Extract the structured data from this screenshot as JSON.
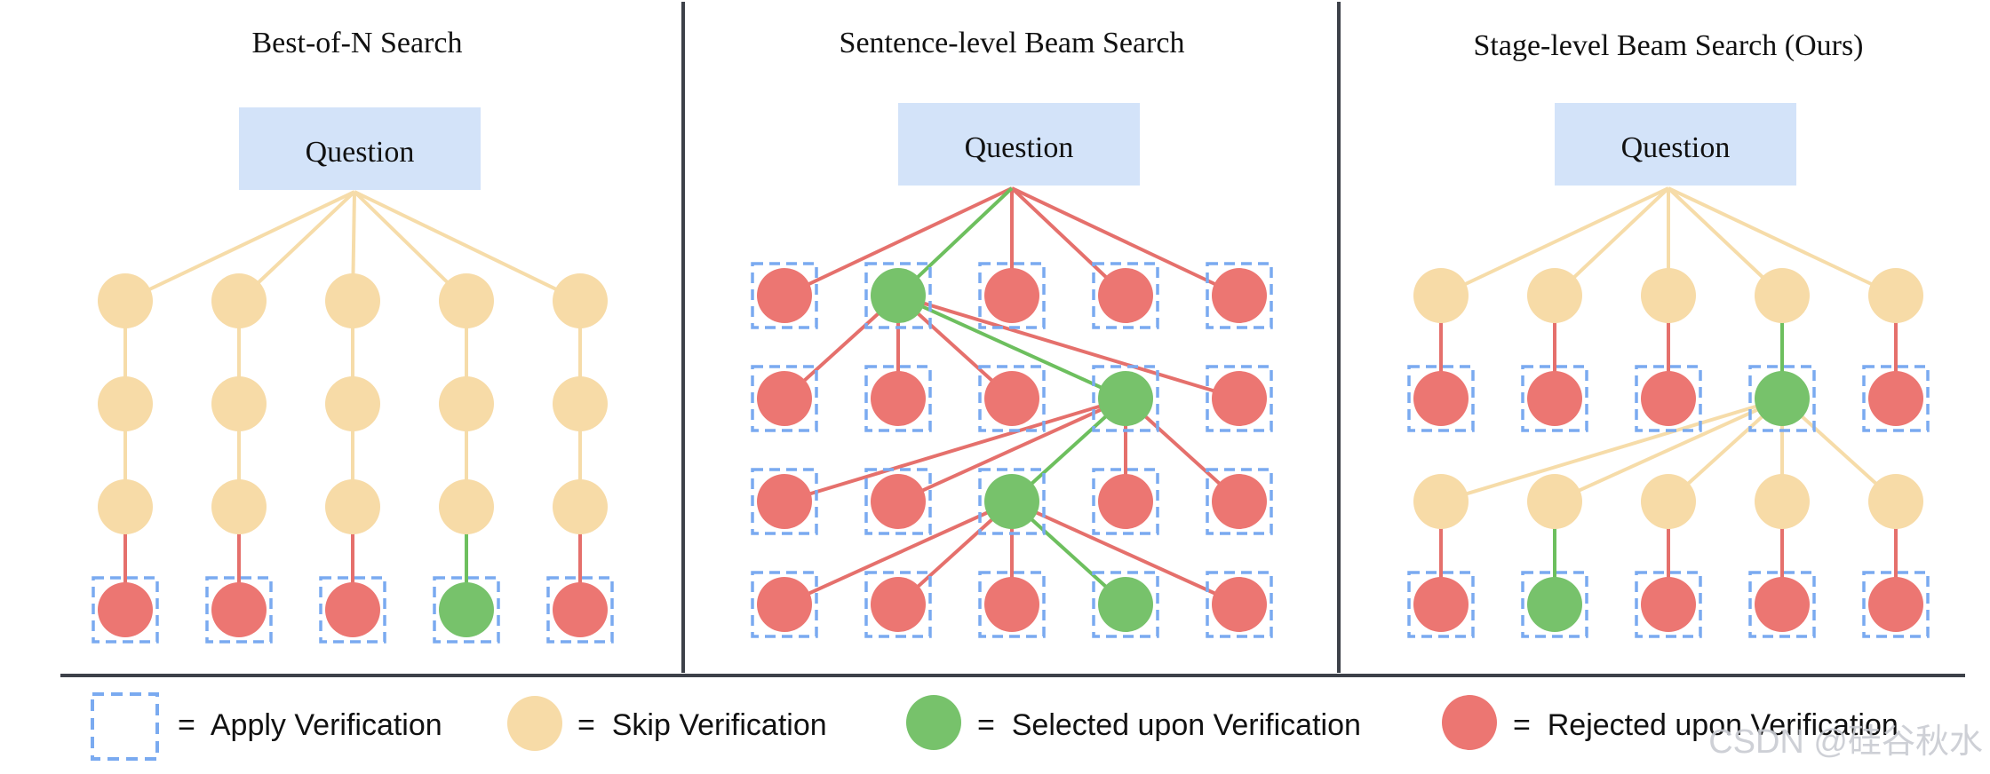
{
  "colors": {
    "skip": "#f7dba7",
    "selected": "#77c26b",
    "rejected": "#ec7672",
    "verify_box": "#7aaaf0",
    "question_box": "#d3e3f9",
    "edge_skip": "#f6dca9",
    "edge_selected": "#6dbf5e",
    "edge_rejected": "#e5706c",
    "divider": "#3d4149",
    "watermark": "#c9ccd2"
  },
  "panels": [
    {
      "title": "Best-of-N Search",
      "question_label": "Question",
      "rows": [
        [
          "skip",
          "skip",
          "skip",
          "skip",
          "skip"
        ],
        [
          "skip",
          "skip",
          "skip",
          "skip",
          "skip"
        ],
        [
          "skip",
          "skip",
          "skip",
          "skip",
          "skip"
        ],
        [
          "rejected",
          "rejected",
          "rejected",
          "selected",
          "rejected"
        ]
      ],
      "verified_rows": [
        3
      ],
      "edges": [
        {
          "from": "question",
          "to": [
            0,
            0
          ],
          "kind": "skip"
        },
        {
          "from": "question",
          "to": [
            0,
            1
          ],
          "kind": "skip"
        },
        {
          "from": "question",
          "to": [
            0,
            2
          ],
          "kind": "skip"
        },
        {
          "from": "question",
          "to": [
            0,
            3
          ],
          "kind": "skip"
        },
        {
          "from": "question",
          "to": [
            0,
            4
          ],
          "kind": "skip"
        },
        {
          "from": [
            0,
            0
          ],
          "to": [
            1,
            0
          ],
          "kind": "skip"
        },
        {
          "from": [
            0,
            1
          ],
          "to": [
            1,
            1
          ],
          "kind": "skip"
        },
        {
          "from": [
            0,
            2
          ],
          "to": [
            1,
            2
          ],
          "kind": "skip"
        },
        {
          "from": [
            0,
            3
          ],
          "to": [
            1,
            3
          ],
          "kind": "skip"
        },
        {
          "from": [
            0,
            4
          ],
          "to": [
            1,
            4
          ],
          "kind": "skip"
        },
        {
          "from": [
            1,
            0
          ],
          "to": [
            2,
            0
          ],
          "kind": "skip"
        },
        {
          "from": [
            1,
            1
          ],
          "to": [
            2,
            1
          ],
          "kind": "skip"
        },
        {
          "from": [
            1,
            2
          ],
          "to": [
            2,
            2
          ],
          "kind": "skip"
        },
        {
          "from": [
            1,
            3
          ],
          "to": [
            2,
            3
          ],
          "kind": "skip"
        },
        {
          "from": [
            1,
            4
          ],
          "to": [
            2,
            4
          ],
          "kind": "skip"
        },
        {
          "from": [
            2,
            0
          ],
          "to": [
            3,
            0
          ],
          "kind": "rejected"
        },
        {
          "from": [
            2,
            1
          ],
          "to": [
            3,
            1
          ],
          "kind": "rejected"
        },
        {
          "from": [
            2,
            2
          ],
          "to": [
            3,
            2
          ],
          "kind": "rejected"
        },
        {
          "from": [
            2,
            3
          ],
          "to": [
            3,
            3
          ],
          "kind": "selected"
        },
        {
          "from": [
            2,
            4
          ],
          "to": [
            3,
            4
          ],
          "kind": "rejected"
        }
      ]
    },
    {
      "title": "Sentence-level Beam Search",
      "question_label": "Question",
      "rows": [
        [
          "rejected",
          "selected",
          "rejected",
          "rejected",
          "rejected"
        ],
        [
          "rejected",
          "rejected",
          "rejected",
          "selected",
          "rejected"
        ],
        [
          "rejected",
          "rejected",
          "selected",
          "rejected",
          "rejected"
        ],
        [
          "rejected",
          "rejected",
          "rejected",
          "selected",
          "rejected"
        ]
      ],
      "verified_rows": [
        0,
        1,
        2,
        3
      ],
      "edges": [
        {
          "from": "question",
          "to": [
            0,
            0
          ],
          "kind": "rejected"
        },
        {
          "from": "question",
          "to": [
            0,
            1
          ],
          "kind": "selected"
        },
        {
          "from": "question",
          "to": [
            0,
            2
          ],
          "kind": "rejected"
        },
        {
          "from": "question",
          "to": [
            0,
            3
          ],
          "kind": "rejected"
        },
        {
          "from": "question",
          "to": [
            0,
            4
          ],
          "kind": "rejected"
        },
        {
          "from": [
            0,
            1
          ],
          "to": [
            1,
            0
          ],
          "kind": "rejected"
        },
        {
          "from": [
            0,
            1
          ],
          "to": [
            1,
            1
          ],
          "kind": "rejected"
        },
        {
          "from": [
            0,
            1
          ],
          "to": [
            1,
            2
          ],
          "kind": "rejected"
        },
        {
          "from": [
            0,
            1
          ],
          "to": [
            1,
            3
          ],
          "kind": "selected"
        },
        {
          "from": [
            0,
            1
          ],
          "to": [
            1,
            4
          ],
          "kind": "rejected"
        },
        {
          "from": [
            1,
            3
          ],
          "to": [
            2,
            0
          ],
          "kind": "rejected"
        },
        {
          "from": [
            1,
            3
          ],
          "to": [
            2,
            1
          ],
          "kind": "rejected"
        },
        {
          "from": [
            1,
            3
          ],
          "to": [
            2,
            2
          ],
          "kind": "selected"
        },
        {
          "from": [
            1,
            3
          ],
          "to": [
            2,
            3
          ],
          "kind": "rejected"
        },
        {
          "from": [
            1,
            3
          ],
          "to": [
            2,
            4
          ],
          "kind": "rejected"
        },
        {
          "from": [
            2,
            2
          ],
          "to": [
            3,
            0
          ],
          "kind": "rejected"
        },
        {
          "from": [
            2,
            2
          ],
          "to": [
            3,
            1
          ],
          "kind": "rejected"
        },
        {
          "from": [
            2,
            2
          ],
          "to": [
            3,
            2
          ],
          "kind": "rejected"
        },
        {
          "from": [
            2,
            2
          ],
          "to": [
            3,
            3
          ],
          "kind": "selected"
        },
        {
          "from": [
            2,
            2
          ],
          "to": [
            3,
            4
          ],
          "kind": "rejected"
        }
      ]
    },
    {
      "title": "Stage-level Beam Search (Ours)",
      "question_label": "Question",
      "rows": [
        [
          "skip",
          "skip",
          "skip",
          "skip",
          "skip"
        ],
        [
          "rejected",
          "rejected",
          "rejected",
          "selected",
          "rejected"
        ],
        [
          "skip",
          "skip",
          "skip",
          "skip",
          "skip"
        ],
        [
          "rejected",
          "selected",
          "rejected",
          "rejected",
          "rejected"
        ]
      ],
      "verified_rows": [
        1,
        3
      ],
      "edges": [
        {
          "from": "question",
          "to": [
            0,
            0
          ],
          "kind": "skip"
        },
        {
          "from": "question",
          "to": [
            0,
            1
          ],
          "kind": "skip"
        },
        {
          "from": "question",
          "to": [
            0,
            2
          ],
          "kind": "skip"
        },
        {
          "from": "question",
          "to": [
            0,
            3
          ],
          "kind": "skip"
        },
        {
          "from": "question",
          "to": [
            0,
            4
          ],
          "kind": "skip"
        },
        {
          "from": [
            0,
            0
          ],
          "to": [
            1,
            0
          ],
          "kind": "rejected"
        },
        {
          "from": [
            0,
            1
          ],
          "to": [
            1,
            1
          ],
          "kind": "rejected"
        },
        {
          "from": [
            0,
            2
          ],
          "to": [
            1,
            2
          ],
          "kind": "rejected"
        },
        {
          "from": [
            0,
            3
          ],
          "to": [
            1,
            3
          ],
          "kind": "selected"
        },
        {
          "from": [
            0,
            4
          ],
          "to": [
            1,
            4
          ],
          "kind": "rejected"
        },
        {
          "from": [
            1,
            3
          ],
          "to": [
            2,
            0
          ],
          "kind": "skip"
        },
        {
          "from": [
            1,
            3
          ],
          "to": [
            2,
            1
          ],
          "kind": "skip"
        },
        {
          "from": [
            1,
            3
          ],
          "to": [
            2,
            2
          ],
          "kind": "skip"
        },
        {
          "from": [
            1,
            3
          ],
          "to": [
            2,
            3
          ],
          "kind": "skip"
        },
        {
          "from": [
            1,
            3
          ],
          "to": [
            2,
            4
          ],
          "kind": "skip"
        },
        {
          "from": [
            2,
            0
          ],
          "to": [
            3,
            0
          ],
          "kind": "rejected"
        },
        {
          "from": [
            2,
            1
          ],
          "to": [
            3,
            1
          ],
          "kind": "selected"
        },
        {
          "from": [
            2,
            2
          ],
          "to": [
            3,
            2
          ],
          "kind": "rejected"
        },
        {
          "from": [
            2,
            3
          ],
          "to": [
            3,
            3
          ],
          "kind": "rejected"
        },
        {
          "from": [
            2,
            4
          ],
          "to": [
            3,
            4
          ],
          "kind": "rejected"
        }
      ]
    }
  ],
  "legend": {
    "apply_verification": "=  Apply Verification",
    "skip_verification": "=  Skip Verification",
    "selected_verification": "=  Selected upon Verification",
    "rejected_verification": "=  Rejected upon Verification"
  },
  "watermark": "CSDN @硅谷秋水"
}
